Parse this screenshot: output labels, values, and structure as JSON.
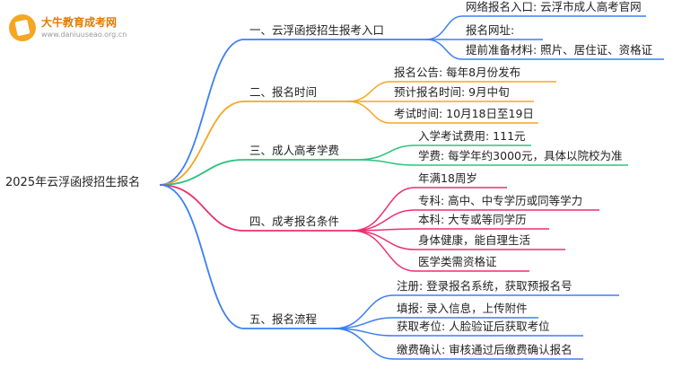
{
  "logo": {
    "title": "大牛教育成考网",
    "url": "www.daniuuseao.org.cn"
  },
  "root": "2025年云浮函授招生报名",
  "branches": [
    {
      "label": "一、云浮函授招生报考入口",
      "color": "#3b7ff5",
      "children": [
        "网络报名入口: 云浮市成人高考官网",
        "报名网址:",
        "提前准备材料: 照片、居住证、资格证"
      ]
    },
    {
      "label": "二、报名时间",
      "color": "#f5a623",
      "children": [
        "报名公告: 每年8月份发布",
        "预计报名时间: 9月中旬",
        "考试时间: 10月18日至19日"
      ]
    },
    {
      "label": "三、成人高考学费",
      "color": "#2ec27e",
      "children": [
        "入学考试费用: 111元",
        "学费: 每学年约3000元，具体以院校为准"
      ]
    },
    {
      "label": "四、成考报名条件",
      "color": "#ec2f6e",
      "children": [
        "年满18周岁",
        "专科: 高中、中专学历或同等学力",
        "本科: 大专或等同学历",
        "身体健康，能自理生活",
        "医学类需资格证"
      ]
    },
    {
      "label": "五、报名流程",
      "color": "#3b7ff5",
      "children": [
        "注册: 登录报名系统，获取预报名号",
        "填报: 录入信息，上传附件",
        "获取考位: 人脸验证后获取考位",
        "缴费确认: 审核通过后缴费确认报名"
      ]
    }
  ]
}
